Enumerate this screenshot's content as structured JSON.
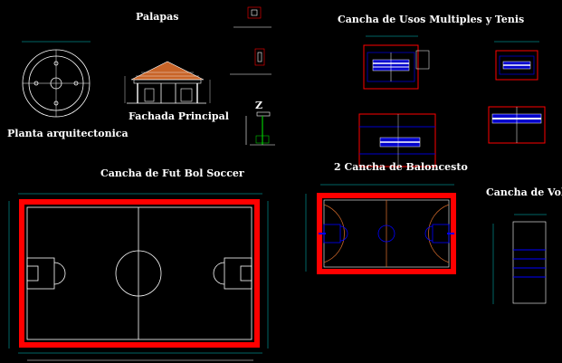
{
  "titles": {
    "palapas": "Palapas",
    "planta": "Planta arquitectonica",
    "fachada": "Fachada Principal",
    "usos": "Cancha de Usos Multiples y Tenis",
    "futbol": "Cancha de Fut Bol Soccer",
    "baloncesto": "2 Cancha de Baloncesto",
    "voleibol": "Cancha de Volibol",
    "zlabel": "Z"
  },
  "colors": {
    "background": "#000000",
    "court_line": "#ffffff",
    "frame": "#ff0000",
    "paint": "#0000cc",
    "dimension": "#00c8c8",
    "roof": "#c86428"
  },
  "icons": [
    "circle-plan-icon",
    "palapa-elevation-icon",
    "detail-icon"
  ]
}
